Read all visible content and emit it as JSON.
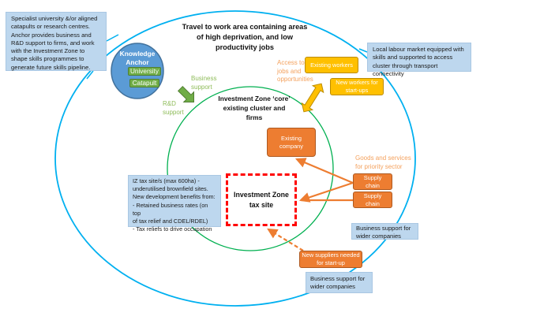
{
  "colors": {
    "outer_ring": "#00b0f0",
    "core_ring": "#00b050",
    "anchor_fill": "#5b9bd5",
    "anchor_item": "#70ad47",
    "worker_box": "#ffc000",
    "company_box": "#ed7d31",
    "tax_site_border": "#ff0000",
    "note_fill": "#bdd7ee",
    "green_label": "#8fbc5a",
    "orange_label": "#f4a15d"
  },
  "outer_area": {
    "title_lines": [
      "Travel to work area containing  areas",
      "of high deprivation, and low",
      "productivity jobs"
    ]
  },
  "knowledge_anchor": {
    "title_lines": [
      "Knowledge",
      "Anchor"
    ],
    "items": [
      "University",
      "Catapult"
    ],
    "note": "Specialist university &/or aligned catapults or research centres. Anchor provides business and R&D support to firms, and work with the Investment Zone to shape skills programmes to generate future skills pipeline.",
    "support_labels": {
      "business": [
        "Business",
        "support"
      ],
      "rnd": [
        "R&D",
        "support"
      ]
    }
  },
  "core": {
    "title_lines": [
      "Investment Zone ‘core’",
      "existing cluster and",
      "firms"
    ],
    "existing_company": [
      "Existing",
      "company"
    ]
  },
  "labour": {
    "access_label": [
      "Access to",
      "jobs and",
      "opportunities"
    ],
    "existing_workers": "Existing workers",
    "new_workers": [
      "New workers for",
      "start-ups"
    ],
    "note": "Local labour market equipped with skills and supported to access cluster through transport connectivity"
  },
  "tax_site": {
    "title_lines": [
      "Investment Zone",
      "tax site"
    ],
    "note_lines": [
      "IZ tax site/s (max 600ha) -",
      "underutilised brownfield sites.",
      "New development benefits from:",
      "- Retained business rates (on top",
      "of tax relief and CDEL/RDEL)",
      "- Tax reliefs to drive occupation"
    ]
  },
  "supply": {
    "goods_label": [
      "Goods and services",
      "for priority sector"
    ],
    "chains": [
      [
        "Supply",
        "chain"
      ],
      [
        "Supply",
        "chain"
      ]
    ],
    "new_suppliers": [
      "New suppliers needed",
      "for start-up"
    ],
    "business_support_notes": [
      [
        "Business support for",
        "wider companies"
      ],
      [
        "Business support for",
        "wider companies"
      ]
    ]
  }
}
